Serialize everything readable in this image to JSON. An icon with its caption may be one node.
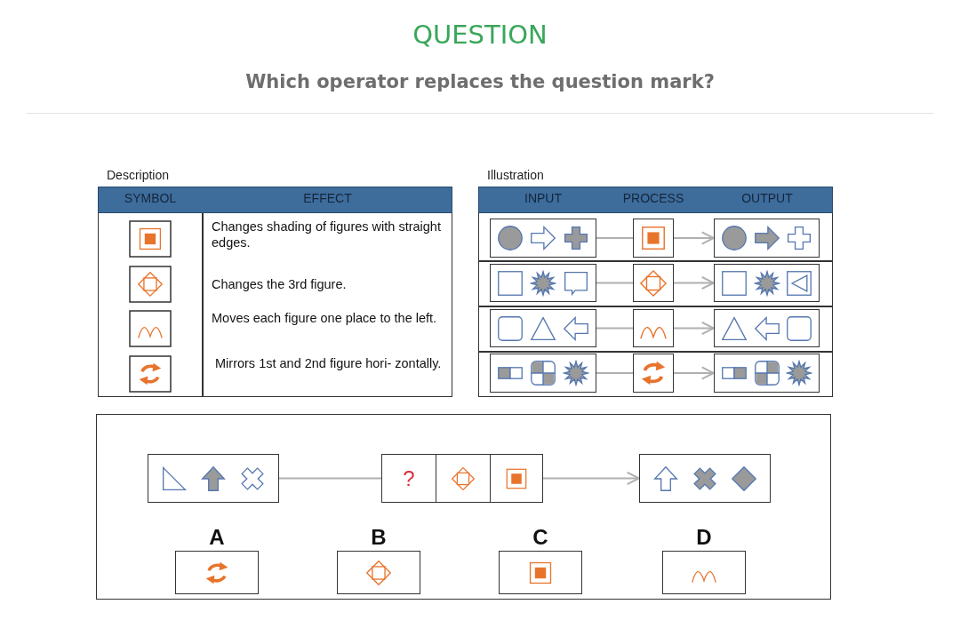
{
  "diagram": {
    "title": "QUESTION",
    "nodes": [
      {
        "text": [],
        "shape": "box"
      },
      {
        "text": [],
        "shape": "box"
      },
      {
        "text": [],
        "shape": "box"
      },
      {
        "text": [],
        "shape": "box"
      },
      {
        "text": [],
        "shape": "box"
      },
      {
        "text": [],
        "shape": "box"
      },
      {
        "text": [],
        "shape": "box"
      },
      {
        "text": [],
        "shape": "box"
      },
      {
        "text": [],
        "shape": "box"
      },
      {
        "text": [],
        "shape": "box"
      },
      {
        "text": [],
        "shape": "box"
      },
      {
        "text": [],
        "shape": "box"
      },
      {
        "text": [],
        "shape": "box"
      },
      {
        "text": [],
        "shape": "box"
      },
      {
        "text": [
          "?"
        ],
        "in": 13
      },
      {
        "text": [],
        "shape": "box",
        "in": 13
      },
      {
        "text": [],
        "shape": "box",
        "in": 13
      },
      {
        "text": [],
        "shape": "box"
      },
      {
        "text": [
          "A"
        ]
      },
      {
        "text": [
          "B"
        ]
      },
      {
        "text": [
          "C"
        ]
      },
      {
        "text": [
          "D"
        ]
      }
    ],
    "edges": [
      {
        "from": 0,
        "to": 1,
        "arrow": "none"
      },
      {
        "from": 1,
        "to": 2,
        "arrow": "to"
      },
      {
        "from": 3,
        "to": 4,
        "arrow": "none"
      },
      {
        "from": 4,
        "to": 5,
        "arrow": "to"
      },
      {
        "from": 6,
        "to": 7,
        "arrow": "none"
      },
      {
        "from": 7,
        "to": 8,
        "arrow": "to"
      },
      {
        "from": 9,
        "to": 10,
        "arrow": "none"
      },
      {
        "from": 10,
        "to": 11,
        "arrow": "to"
      },
      {
        "from": 12,
        "to": 13,
        "arrow": "none"
      },
      {
        "from": 13,
        "to": 17,
        "arrow": "to"
      }
    ],
    "labels": [
      "Which operator replaces the question mark?",
      "Description",
      "SYMBOL",
      "EFFECT",
      "Changes shading of figures with straight edges.",
      "Changes the 3rd figure.",
      "Moves each figure one place to the left.",
      "Mirrors 1st and 2nd figure hori- zontally.",
      "Illustration",
      "INPUT",
      "PROCESS",
      "OUTPUT"
    ]
  }
}
